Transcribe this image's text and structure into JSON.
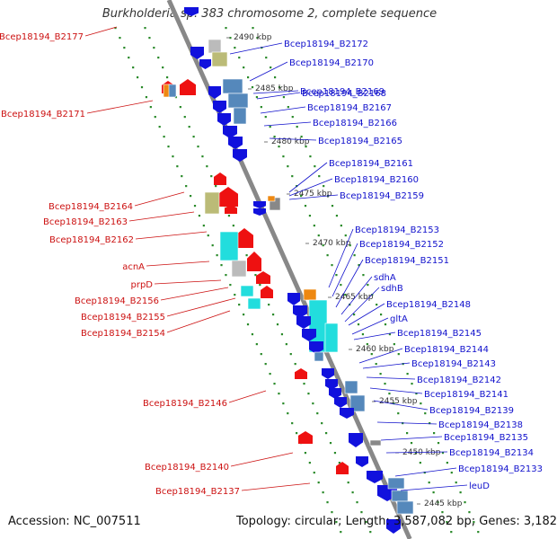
{
  "title": "Burkholderia sp. 383 chromosome 2, complete sequence",
  "footer": {
    "accession": "Accession: NC_007511",
    "topology": "Topology: circular; Length: 3,587,082 bp; Genes: 3,182"
  },
  "colors": {
    "forward_label": "#cc1111",
    "reverse_label": "#1111cc",
    "backbone": "#888888",
    "track_dots": "#2a8a2a",
    "gene_red": "#ee1111",
    "gene_blue": "#1111dd",
    "gene_cyan": "#22dddd",
    "gene_steel": "#5588bb",
    "gene_olive": "#bbbb77",
    "gene_orange": "#ee8811",
    "gene_gray": "#888888"
  },
  "kbp_ticks": [
    "2490 kbp",
    "2485 kbp",
    "2480 kbp",
    "2475 kbp",
    "2470 kbp",
    "2465 kbp",
    "2460 kbp",
    "2455 kbp",
    "2450 kbp",
    "2445 kbp"
  ],
  "left_labels": [
    "Bcep18194_B2177",
    "Bcep18194_B2171",
    "Bcep18194_B2164",
    "Bcep18194_B2163",
    "Bcep18194_B2162",
    "acnA",
    "prpD",
    "Bcep18194_B2156",
    "Bcep18194_B2155",
    "Bcep18194_B2154",
    "Bcep18194_B2146",
    "Bcep18194_B2140",
    "Bcep18194_B2137"
  ],
  "right_labels": [
    "Bcep18194_B2172",
    "Bcep18194_B2170",
    "Bcep18194_B2169",
    "Bcep18194_B2168",
    "Bcep18194_B2167",
    "Bcep18194_B2166",
    "Bcep18194_B2165",
    "Bcep18194_B2161",
    "Bcep18194_B2160",
    "Bcep18194_B2159",
    "Bcep18194_B2153",
    "Bcep18194_B2152",
    "Bcep18194_B2151",
    "sdhA",
    "sdhB",
    "Bcep18194_B2148",
    "gltA",
    "Bcep18194_B2145",
    "Bcep18194_B2144",
    "Bcep18194_B2143",
    "Bcep18194_B2142",
    "Bcep18194_B2141",
    "Bcep18194_B2139",
    "Bcep18194_B2138",
    "Bcep18194_B2135",
    "Bcep18194_B2134",
    "Bcep18194_B2133",
    "leuD"
  ]
}
